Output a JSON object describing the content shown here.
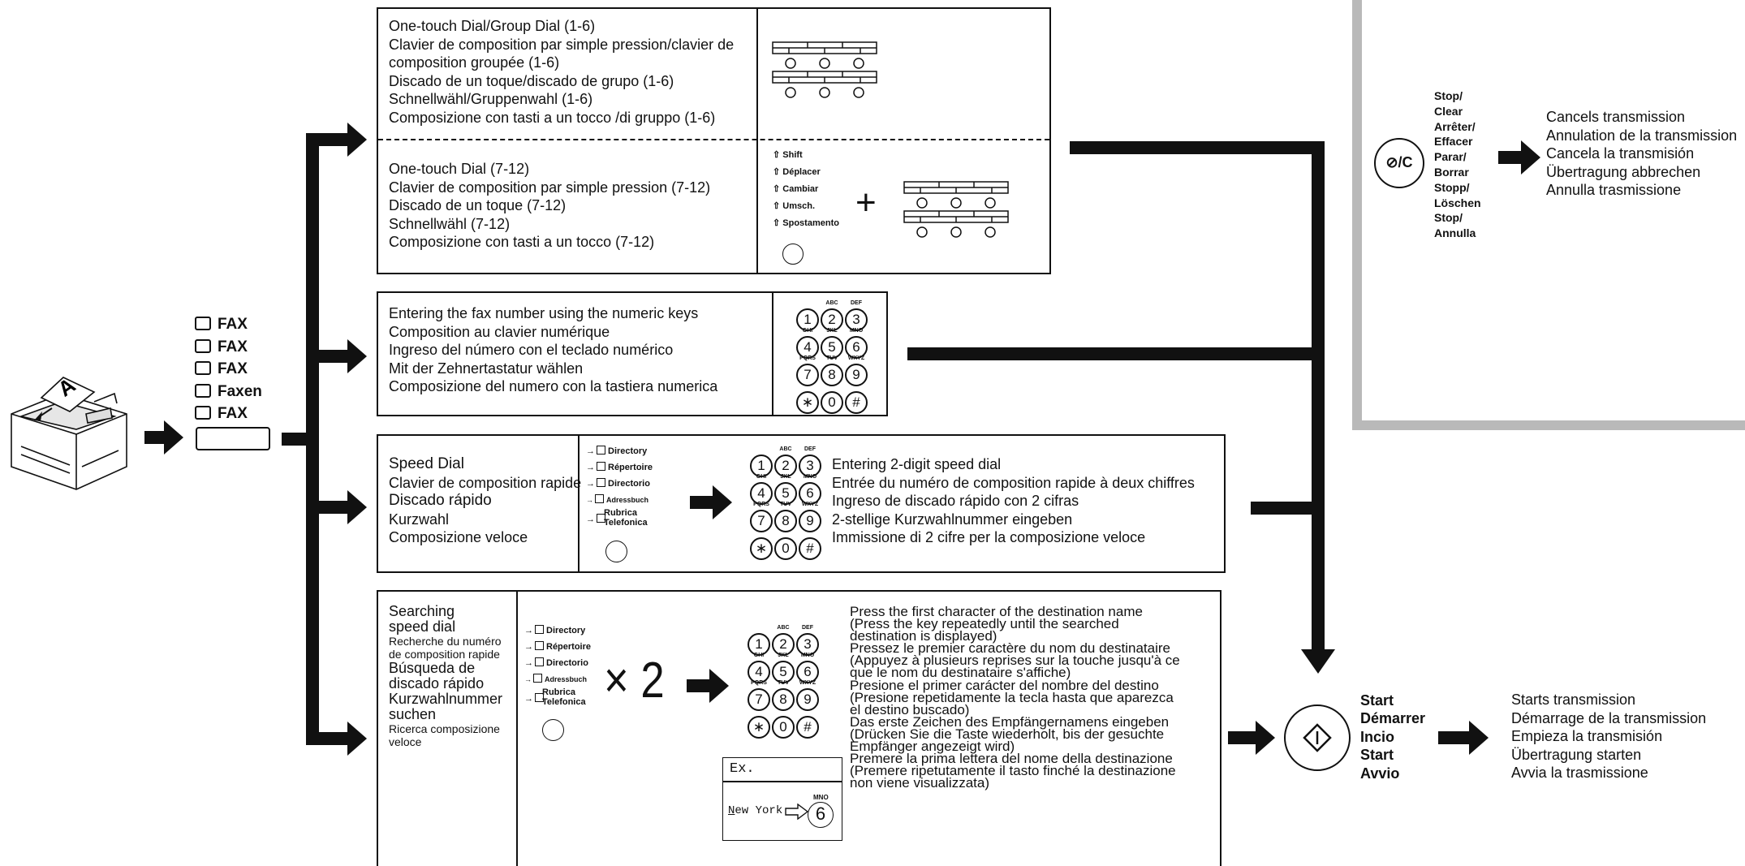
{
  "fax_labels": [
    "FAX",
    "FAX",
    "FAX",
    "Faxen",
    "FAX"
  ],
  "one_touch_1_6": [
    "One-touch Dial/Group Dial (1-6)",
    "Clavier de composition par simple pression/clavier de",
    "composition groupée (1-6)",
    "Discado de un toque/discado de grupo (1-6)",
    "Schnellwähl/Gruppenwahl (1-6)",
    "Composizione con tasti a un tocco /di gruppo (1-6)"
  ],
  "one_touch_7_12": [
    "One-touch Dial (7-12)",
    "Clavier de composition par simple pression (7-12)",
    "Discado de un toque (7-12)",
    "Schnellwähl (7-12)",
    "Composizione con tasti a un tocco (7-12)"
  ],
  "shift_labels": [
    "Shift",
    "Déplacer",
    "Cambiar",
    "Umsch.",
    "Spostamento"
  ],
  "numeric_entry": [
    "Entering the fax number using the numeric keys",
    "Composition au clavier numérique",
    "Ingreso del número con el teclado numérico",
    "Mit der Zehnertastatur wählen",
    "Composizione del numero con la tastiera numerica"
  ],
  "keypad": {
    "digits": [
      "1",
      "2",
      "3",
      "4",
      "5",
      "6",
      "7",
      "8",
      "9",
      "∗",
      "0",
      "#"
    ],
    "letters": [
      "",
      "ABC",
      "DEF",
      "GHI",
      "JKL",
      "MNO",
      "PQRS",
      "TUV",
      "WXYZ",
      "",
      "",
      ""
    ]
  },
  "speed_dial": [
    "Speed Dial",
    "Clavier de composition rapide",
    "Discado rápido",
    "Kurzwahl",
    "Composizione veloce"
  ],
  "directory_labels": [
    "Directory",
    "Répertoire",
    "Directorio",
    "Adressbuch",
    "Rubrica",
    "Telefonica"
  ],
  "speed_dial_entry": [
    "Entering 2-digit speed dial",
    "Entrée du numéro de composition rapide à deux chiffres",
    "Ingreso de discado rápido con 2 cifras",
    "2-stellige Kurzwahlnummer eingeben",
    "Immissione di 2 cifre per la composizione veloce"
  ],
  "search": [
    "Searching",
    "speed dial",
    "Recherche du numéro",
    "de composition rapide",
    "Búsqueda de",
    "discado rápido",
    "Kurzwahlnummer",
    "suchen",
    "Ricerca composizione",
    "veloce"
  ],
  "times_two": "× 2",
  "search_instructions": [
    "Press the first character of the destination name",
    "(Press the key repeatedly until the searched",
    "destination is displayed)",
    "Pressez le premier caractère du nom du destinataire",
    "(Appuyez à plusieurs reprises sur la touche jusqu'à ce",
    "que le nom du destinataire s'affiche)",
    "Presione el primer carácter del nombre del destino",
    "(Presione repetidamente la tecla hasta que aparezca",
    "el destino buscado)",
    "Das erste Zeichen des Empfängernamens eingeben",
    "(Drücken Sie die Taste wiederholt, bis der gesuchte",
    "Empfänger angezeigt wird)",
    "Premere la prima lettera del nome della destinazione",
    "(Premere ripetutamente il tasto finché la destinazione",
    "non viene visualizzata)"
  ],
  "example": {
    "label": "Ex.",
    "name_first": "N",
    "name_rest": "ew York",
    "key_letters": "MNO",
    "key_digit": "6"
  },
  "stop_key_label": "⊘/C",
  "stop_labels": [
    "Stop/",
    "Clear",
    "Arrêter/",
    "Effacer",
    "Parar/",
    "Borrar",
    "Stopp/",
    "Löschen",
    "Stop/",
    "Annulla"
  ],
  "stop_results": [
    "Cancels transmission",
    "Annulation de la transmission",
    "Cancela la transmisión",
    "Übertragung abbrechen",
    "Annulla trasmissione"
  ],
  "start_labels": [
    "Start",
    "Démarrer",
    "Incio",
    "Start",
    "Avvio"
  ],
  "start_results": [
    "Starts transmission",
    "Démarrage de la transmission",
    "Empieza la transmisión",
    "Übertragung starten",
    "Avvia la trasmissione"
  ],
  "colors": {
    "ink": "#111111",
    "panel_gray": "#b9b9b9"
  }
}
